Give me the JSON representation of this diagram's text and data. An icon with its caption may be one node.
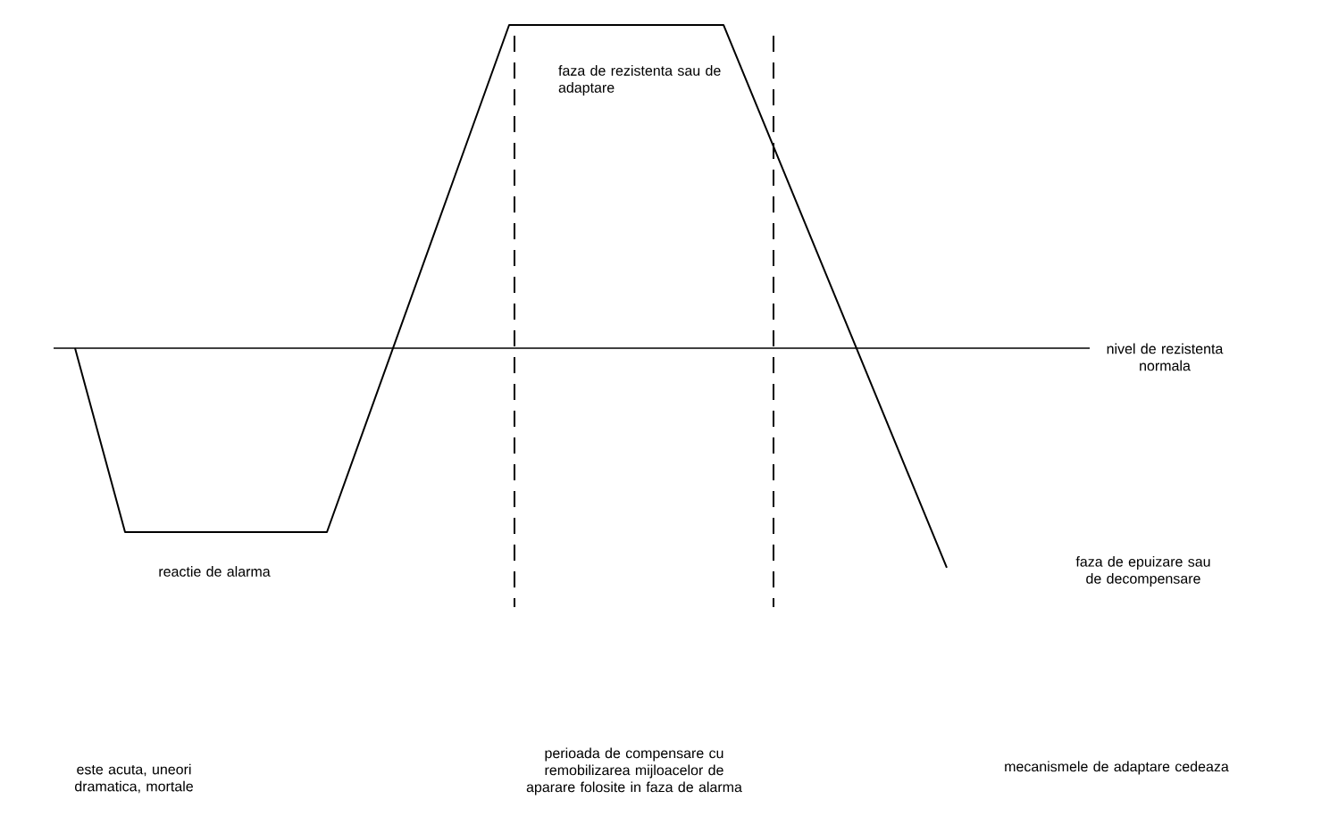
{
  "diagram": {
    "labels": [
      "faza de rezistenta sau de adaptare",
      "nivel de rezistenta normala",
      "reactie de alarma",
      "faza de epuizare sau de decompensare",
      "este acuta, uneori dramatica, mortale",
      "perioada de compensare cu remobilizarea mijloacelor de aparare folosite in faza de alarma",
      "mecanismele de adaptare cedeaza"
    ]
  }
}
